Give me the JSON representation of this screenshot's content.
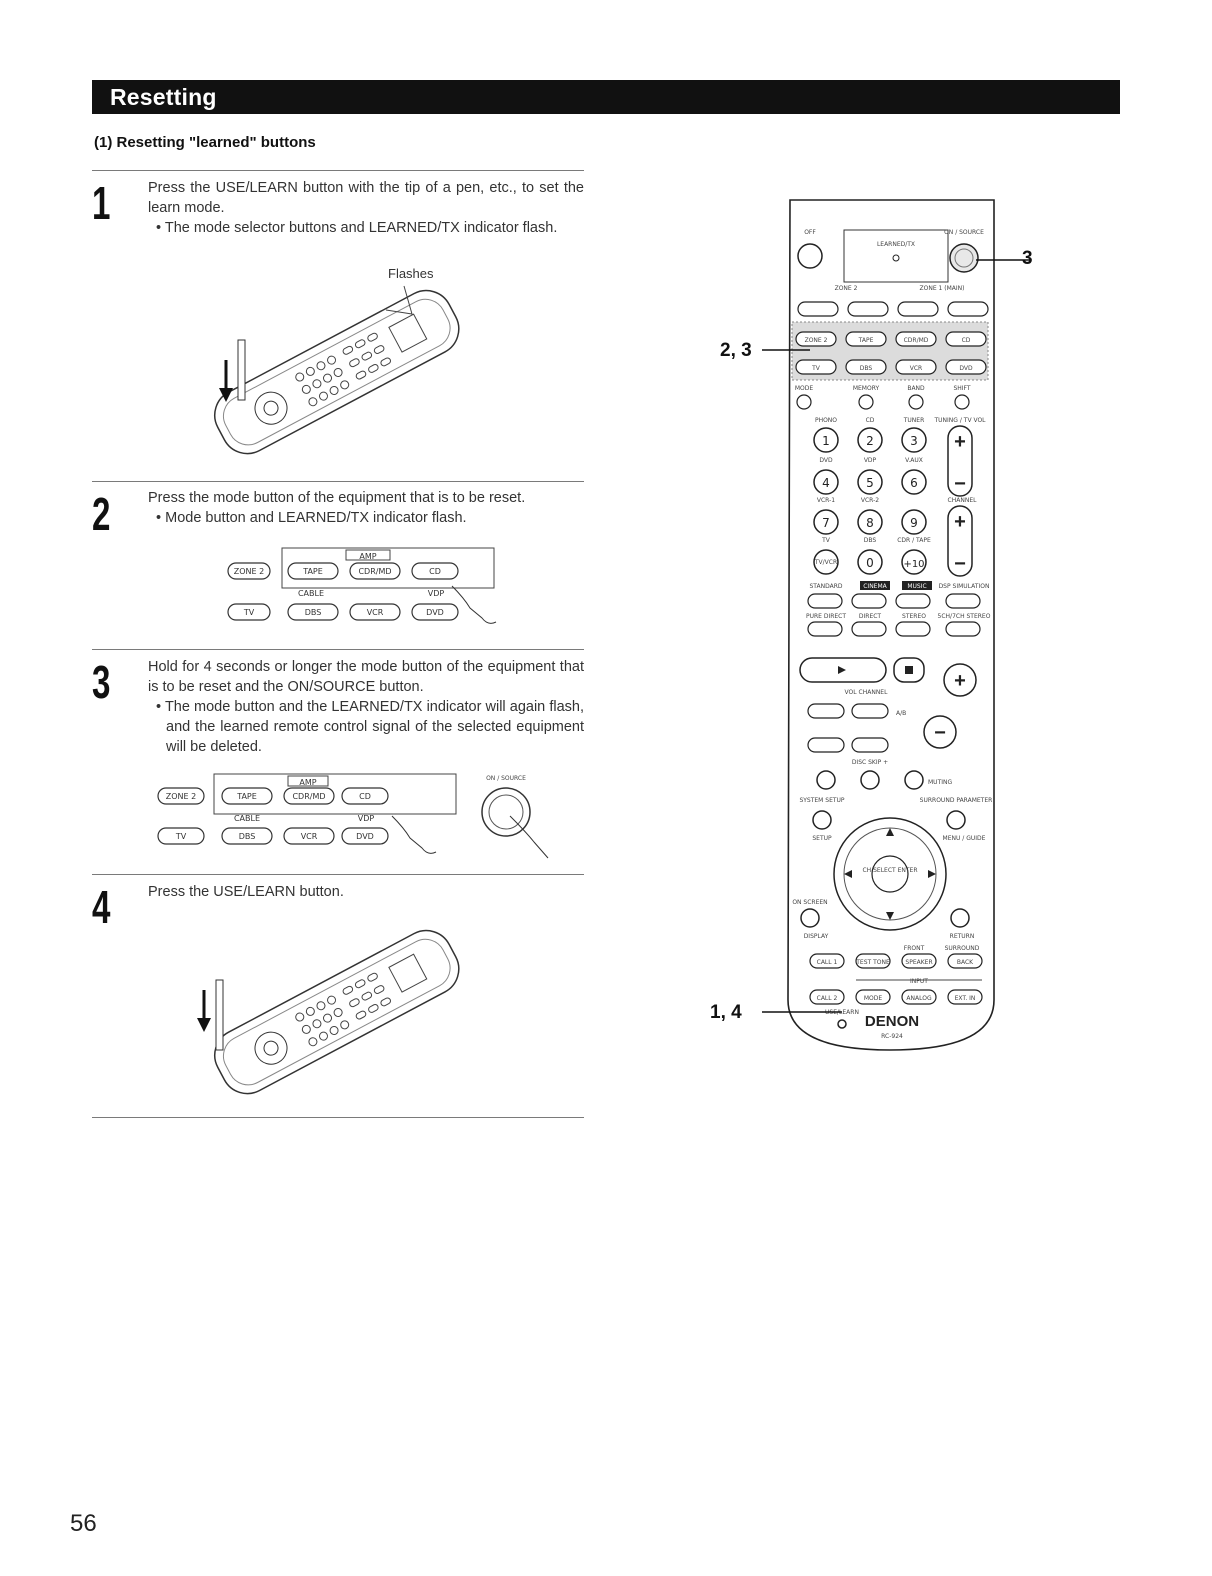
{
  "header": {
    "title": "Resetting"
  },
  "section": {
    "heading": "(1) Resetting \"learned\" buttons"
  },
  "steps": [
    {
      "number": "1",
      "text": "Press the USE/LEARN button with the tip of a pen, etc., to set the learn mode.",
      "bullet": "The mode selector buttons and LEARNED/TX indicator flash.",
      "caption": "Flashes"
    },
    {
      "number": "2",
      "text": "Press the mode button of the equipment that is to be reset.",
      "bullet": "Mode button and LEARNED/TX indicator flash."
    },
    {
      "number": "3",
      "text": "Hold for 4 seconds or longer the mode button of the equipment that is to be reset and the ON/SOURCE button.",
      "bullet": "The mode button and the LEARNED/TX indicator will again flash, and the learned remote control signal of the selected equipment will be deleted.",
      "on_source_label": "ON / SOURCE"
    },
    {
      "number": "4",
      "text": "Press the USE/LEARN button."
    }
  ],
  "mode_panel": {
    "row1": [
      "ZONE 2",
      "TAPE",
      "CDR/MD",
      "CD"
    ],
    "row2": [
      "TV",
      "DBS",
      "VCR",
      "DVD"
    ],
    "amp": "AMP",
    "cable": "CABLE",
    "vdp": "VDP"
  },
  "remote": {
    "brand": "DENON",
    "model": "RC-924",
    "labels": {
      "off": "OFF",
      "on_source": "ON / SOURCE",
      "learned_tx": "LEARNED/TX",
      "zone2": "ZONE 2",
      "zone1": "ZONE 1 (MAIN)",
      "off_on": "OFF          ON",
      "mode_row": [
        "MODE",
        "MEMORY",
        "BAND",
        "SHIFT"
      ],
      "src_row": [
        "PHONO",
        "CD",
        "TUNER",
        "TUNING / TV VOL"
      ],
      "src_row2": [
        "DVD",
        "VDP",
        "V.AUX"
      ],
      "src_row3": [
        "VCR-1",
        "VCR-2",
        "CHANNEL"
      ],
      "src_row4": [
        "TV",
        "DBS",
        "CDR / TAPE"
      ],
      "surround_row": [
        "STANDARD",
        "CINEMA",
        "MUSIC",
        "DSP SIMULATION"
      ],
      "surround_row2": [
        "PURE DIRECT",
        "DIRECT",
        "STEREO",
        "5CH/7CH STEREO"
      ],
      "number_keys": [
        "1",
        "2",
        "3",
        "4",
        "5",
        "6",
        "7",
        "8",
        "9",
        "TV/VCR",
        "0",
        "+10"
      ],
      "mute": "MUTING",
      "system_setup": "SYSTEM SETUP",
      "surround_param": "SURROUND PARAMETER",
      "setup": "SETUP",
      "menu_guide": "MENU / GUIDE",
      "ch_select": "CH SELECT ENTER",
      "on_screen": "ON SCREEN",
      "display": "DISPLAY",
      "return": "RETURN",
      "front": "FRONT",
      "surround": "SURROUND",
      "bottom_row1": [
        "CALL 1",
        "TEST TONE",
        "SPEAKER",
        "BACK"
      ],
      "bottom_row2": [
        "CALL 2",
        "MODE",
        "ANALOG",
        "EXT. IN"
      ],
      "input": "INPUT",
      "use_learn": "USE/LEARN",
      "disc_skip": "DISC SKIP +",
      "vol_channel": "VOL CHANNEL",
      "ab": "A/B"
    },
    "callouts": {
      "top_right": "3",
      "left_mid": "2, 3",
      "left_bottom": "1, 4"
    }
  },
  "page_number": "56"
}
